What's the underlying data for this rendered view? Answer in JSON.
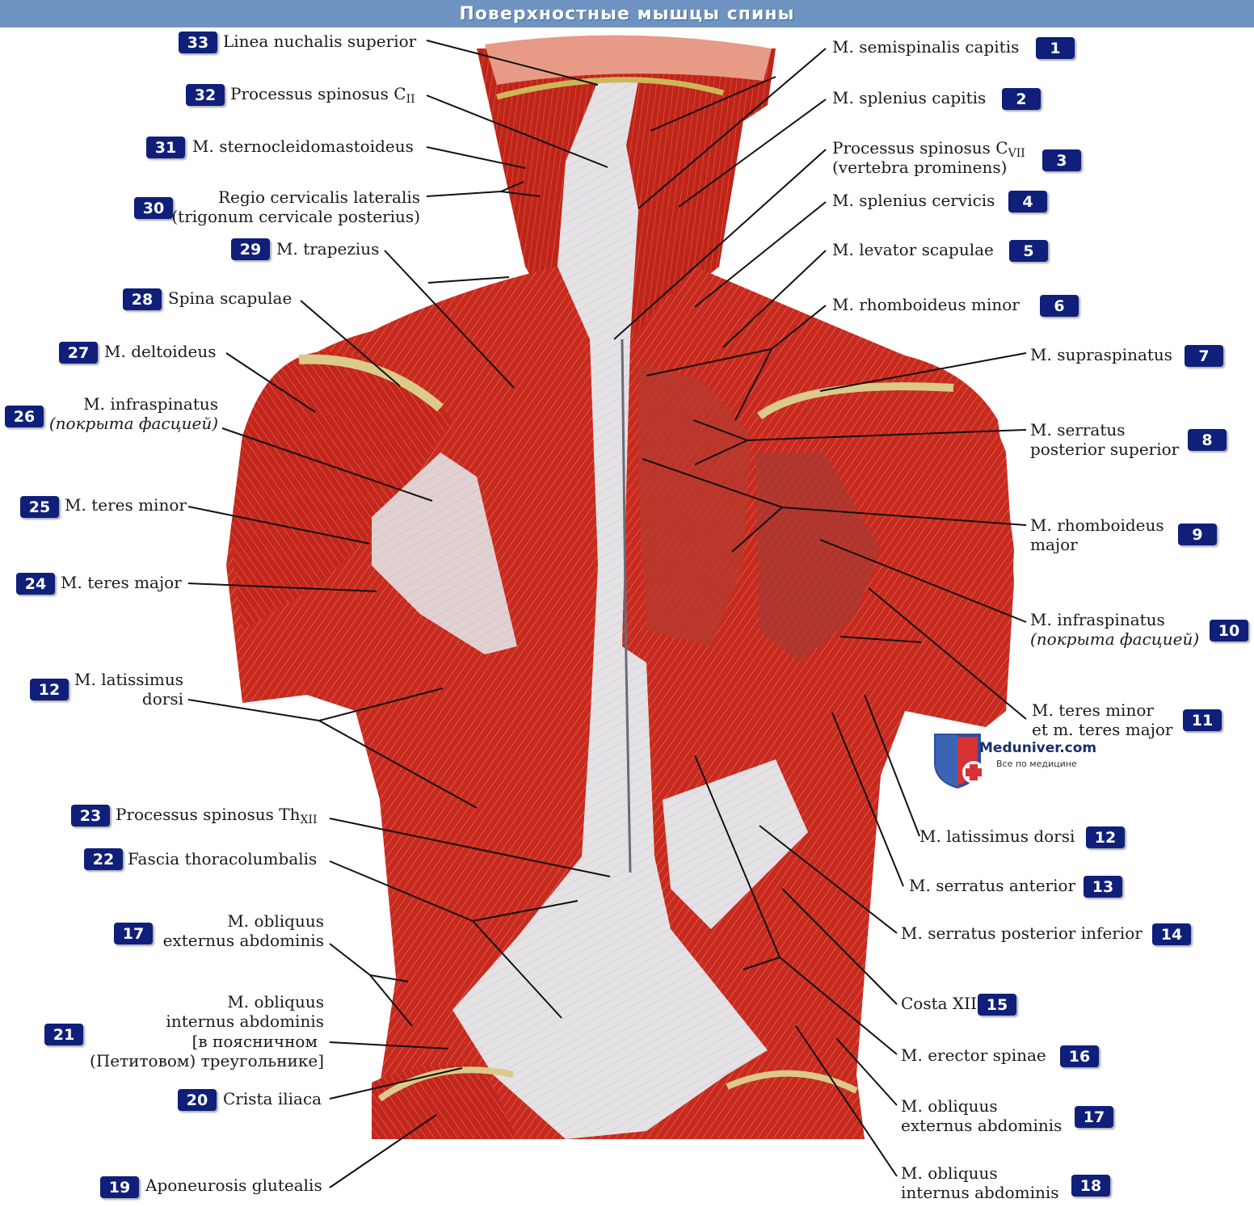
{
  "title": "Поверхностные мышцы спины",
  "colors": {
    "title_bar": "#6f93c1",
    "badge": "#0f1f7a",
    "muscle": "#c8281e",
    "fascia": "#e6e4e6",
    "bone": "#d9c67a"
  },
  "logo": {
    "name": "Meduniver.com",
    "tagline": "Все по медицине",
    "icon": "shield-cross-icon"
  },
  "labels": {
    "l1": {
      "num": "1",
      "line1": "M. semispinalis capitis"
    },
    "l2": {
      "num": "2",
      "line1": "M. splenius capitis"
    },
    "l3": {
      "num": "3",
      "line1_pre": "Processus spinosus C",
      "line1_sub": "VII",
      "line2": "(vertebra prominens)"
    },
    "l4": {
      "num": "4",
      "line1": "M. splenius cervicis"
    },
    "l5": {
      "num": "5",
      "line1": "M. levator scapulae"
    },
    "l6": {
      "num": "6",
      "line1": "M. rhomboideus minor"
    },
    "l7": {
      "num": "7",
      "line1": "M. supraspinatus"
    },
    "l8": {
      "num": "8",
      "line1": "M. serratus",
      "line2": "posterior superior"
    },
    "l9": {
      "num": "9",
      "line1": "M. rhomboideus",
      "line2": "major"
    },
    "l10": {
      "num": "10",
      "line1": "M. infraspinatus",
      "line2": "(покрыта  фасцией)"
    },
    "l11": {
      "num": "11",
      "line1": "M. teres minor",
      "line2": "et m. teres major"
    },
    "l12r": {
      "num": "12",
      "line1": "M. latissimus dorsi"
    },
    "l13": {
      "num": "13",
      "line1": "M. serratus anterior"
    },
    "l14": {
      "num": "14",
      "line1": "M. serratus posterior inferior"
    },
    "l15": {
      "num": "15",
      "line1": "Costa XII"
    },
    "l16": {
      "num": "16",
      "line1": "M. erector spinae"
    },
    "l17r": {
      "num": "17",
      "line1": "M. obliquus",
      "line2": "externus abdominis"
    },
    "l18": {
      "num": "18",
      "line1": "M. obliquus",
      "line2": "internus abdominis"
    },
    "l33": {
      "num": "33",
      "line1": "Linea nuchalis superior"
    },
    "l32": {
      "num": "32",
      "line1_pre": "Processus spinosus C",
      "line1_sub": "II"
    },
    "l31": {
      "num": "31",
      "line1": "M. sternocleidomastoideus"
    },
    "l30": {
      "num": "30",
      "line1": "Regio cervicalis lateralis",
      "line2": "(trigonum cervicale posterius)"
    },
    "l29": {
      "num": "29",
      "line1": "M. trapezius"
    },
    "l28": {
      "num": "28",
      "line1": "Spina scapulae"
    },
    "l27": {
      "num": "27",
      "line1": "M. deltoideus"
    },
    "l26": {
      "num": "26",
      "line1": "M. infraspinatus",
      "line2": "(покрыта  фасцией)"
    },
    "l25": {
      "num": "25",
      "line1": "M. teres minor"
    },
    "l24": {
      "num": "24",
      "line1": "M. teres major"
    },
    "l12l": {
      "num": "12",
      "line1": "M. latissimus",
      "line2": "dorsi"
    },
    "l23": {
      "num": "23",
      "line1_pre": "Processus spinosus Th",
      "line1_sub": "XII"
    },
    "l22": {
      "num": "22",
      "line1": "Fascia thoracolumbalis"
    },
    "l17l": {
      "num": "17",
      "line1": "M. obliquus",
      "line2": "externus abdominis"
    },
    "l21": {
      "num": "21",
      "line1": "M. obliquus",
      "line2": "internus abdominis",
      "line3": "[в поясничном",
      "line4": "(Петитовом) треугольнике]"
    },
    "l20": {
      "num": "20",
      "line1": "Crista iliaca"
    },
    "l19": {
      "num": "19",
      "line1": "Aponeurosis glutealis"
    }
  }
}
